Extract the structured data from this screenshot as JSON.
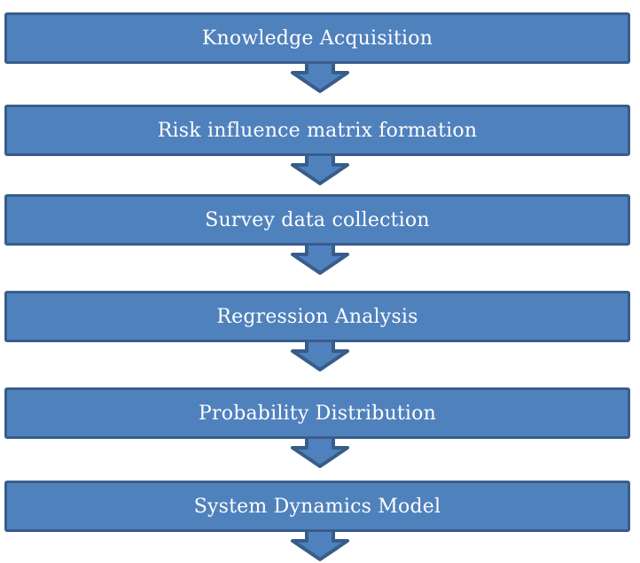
{
  "diagram": {
    "steps": [
      {
        "label": "Knowledge Acquisition"
      },
      {
        "label": "Risk influence matrix formation"
      },
      {
        "label": "Survey data collection"
      },
      {
        "label": "Regression Analysis"
      },
      {
        "label": "Probability Distribution"
      },
      {
        "label": "System Dynamics Model"
      }
    ],
    "colors": {
      "box_fill": "#4f81bd",
      "box_border": "#385d8a",
      "text": "#ffffff"
    }
  }
}
